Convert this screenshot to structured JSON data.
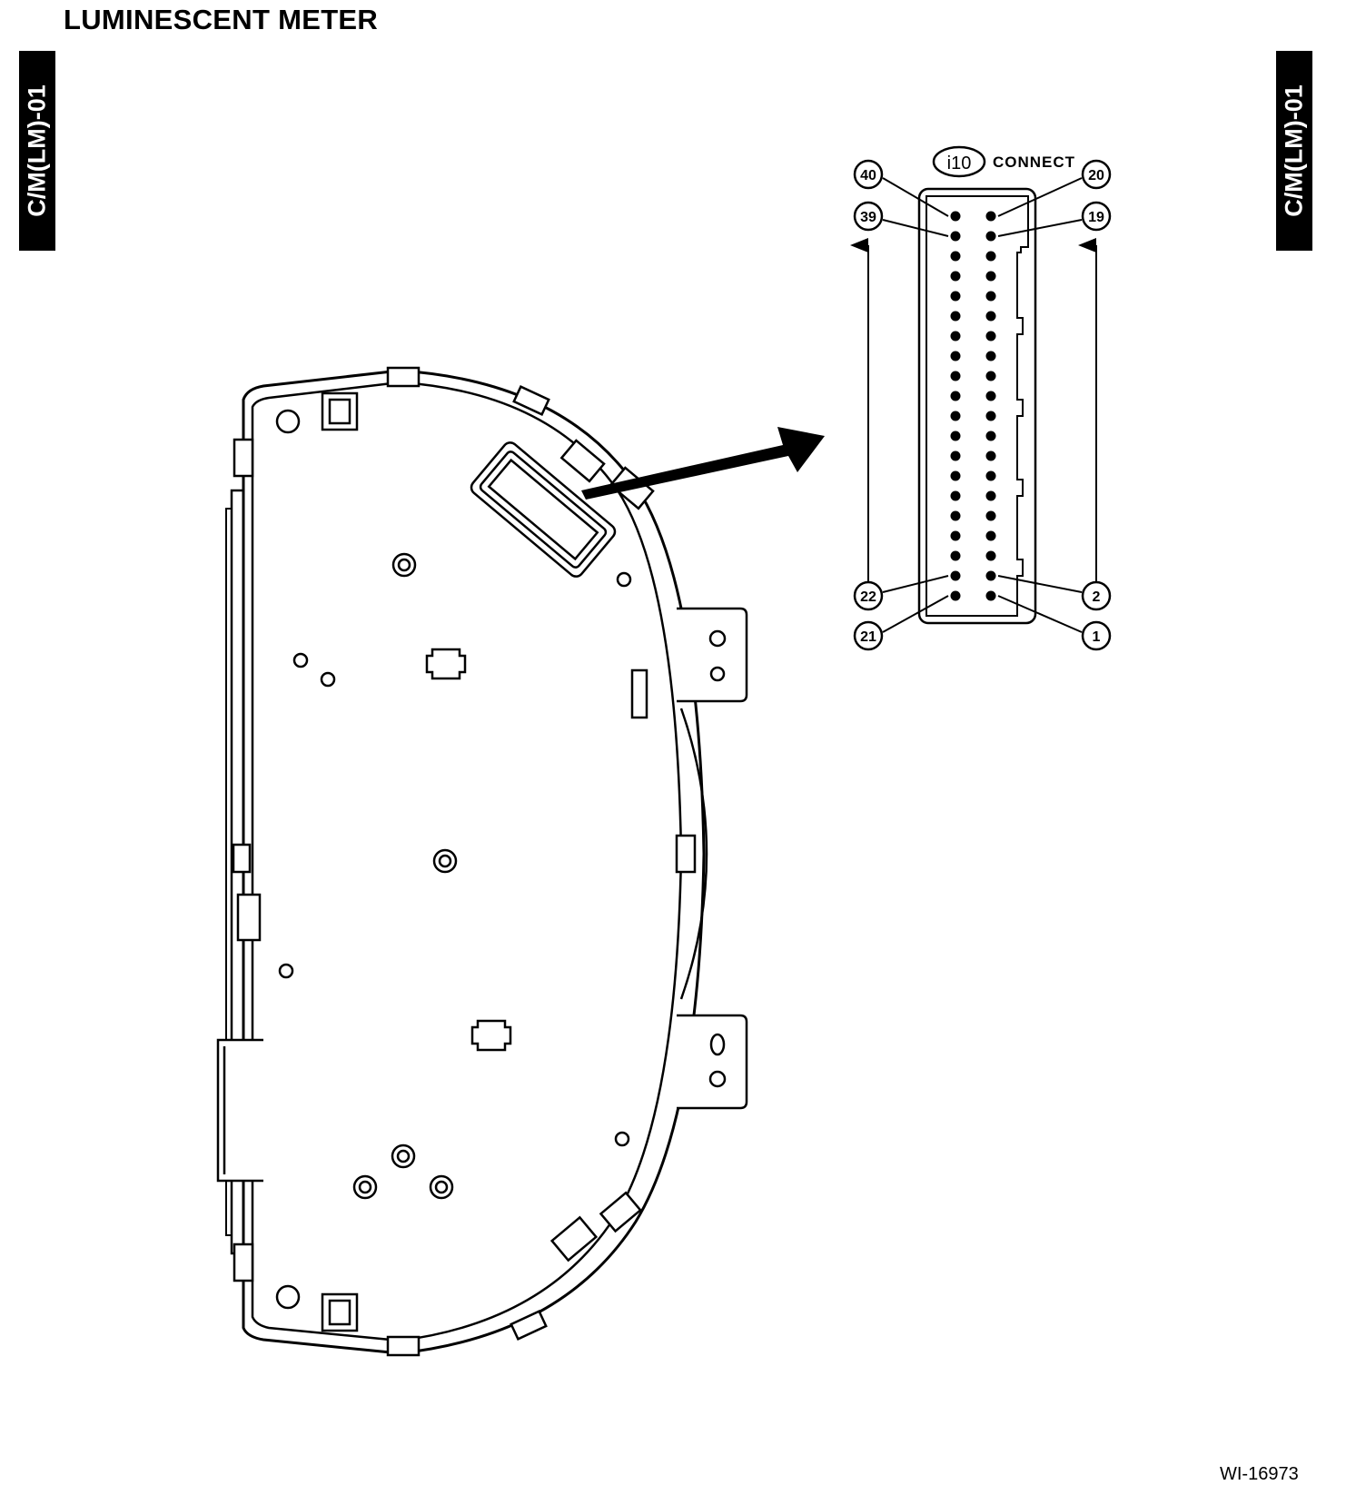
{
  "title": "LUMINESCENT METER",
  "section_tab_left": "C/M(LM)-01",
  "section_tab_right": "C/M(LM)-01",
  "connector": {
    "id": "i10",
    "label": "CONNECT",
    "pins_per_row": 20,
    "callouts": [
      {
        "label": "40",
        "side": "left",
        "row": 0
      },
      {
        "label": "39",
        "side": "left",
        "row": 1
      },
      {
        "label": "22",
        "side": "left",
        "row": 18
      },
      {
        "label": "21",
        "side": "left",
        "row": 19
      },
      {
        "label": "20",
        "side": "right",
        "row": 0
      },
      {
        "label": "19",
        "side": "right",
        "row": 1
      },
      {
        "label": "2",
        "side": "right",
        "row": 18
      },
      {
        "label": "1",
        "side": "right",
        "row": 19
      }
    ]
  },
  "figure_id": "WI-16973",
  "colors": {
    "ink": "#000000",
    "paper": "#ffffff"
  }
}
